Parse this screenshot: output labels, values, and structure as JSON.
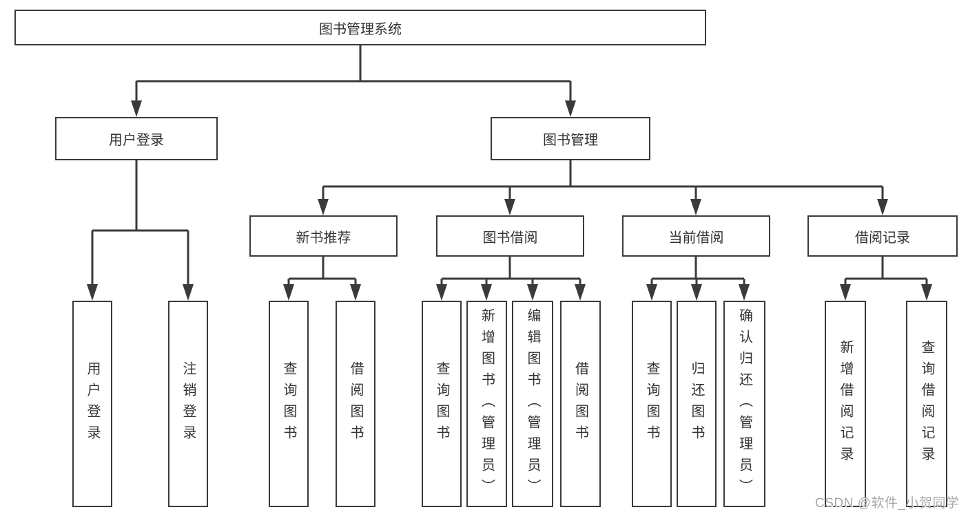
{
  "diagram_title": "图书管理系统",
  "nodes": {
    "root": "图书管理系统",
    "user_login": "用户登录",
    "book_management": "图书管理",
    "new_book_recommend": "新书推荐",
    "book_borrow": "图书借阅",
    "current_borrow": "当前借阅",
    "borrow_records": "借阅记录",
    "ul_user_login": "用户登录",
    "ul_logout": "注销登录",
    "nbr_query_books": "查询图书",
    "nbr_borrow_books": "借阅图书",
    "bb_query_books": "查询图书",
    "bb_add_books": "新增图书（管理员）",
    "bb_edit_books": "编辑图书（管理员）",
    "bb_borrow_books": "借阅图书",
    "cb_query_books": "查询图书",
    "cb_return_books": "归还图书",
    "cb_confirm_return": "确认归还（管理员）",
    "br_add_record": "新增借阅记录",
    "br_query_record": "查询借阅记录"
  },
  "structure": {
    "图书管理系统": {
      "用户登录": [
        "用户登录",
        "注销登录"
      ],
      "图书管理": {
        "新书推荐": [
          "查询图书",
          "借阅图书"
        ],
        "图书借阅": [
          "查询图书",
          "新增图书（管理员）",
          "编辑图书（管理员）",
          "借阅图书"
        ],
        "当前借阅": [
          "查询图书",
          "归还图书",
          "确认归还（管理员）"
        ],
        "借阅记录": [
          "新增借阅记录",
          "查询借阅记录"
        ]
      }
    }
  },
  "colors": {
    "line": "#3a3a3a",
    "text": "#333333",
    "box_background": "#ffffff",
    "watermark": "#a8a8a8"
  },
  "watermark": "CSDN @软件_小贺同学"
}
